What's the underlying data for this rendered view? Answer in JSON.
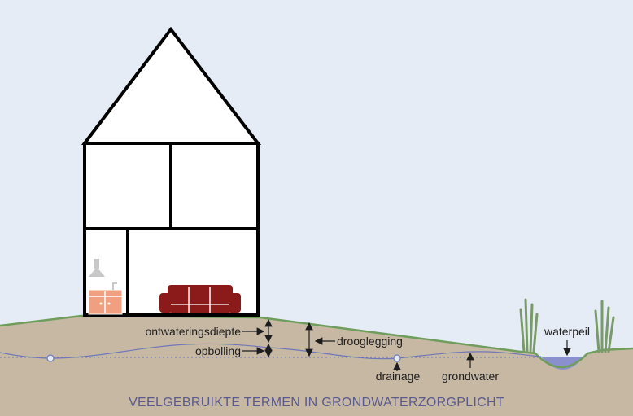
{
  "labels": {
    "ontwateringsdiepte": "ontwateringsdiepte",
    "opbolling": "opbolling",
    "drooglegging": "drooglegging",
    "drainage": "drainage",
    "grondwater": "grondwater",
    "waterpeil": "waterpeil"
  },
  "caption": "VEELGEBRUIKTE TERMEN IN GRONDWATERZORGPLICHT",
  "colors": {
    "sky": "#e6ecf6",
    "soil": "#c7b8a4",
    "grass_line": "#6f9e5c",
    "groundwater_line": "#6e78b8",
    "water": "#8a90cc",
    "house_outline": "#000000",
    "sofa": "#8b1a1a",
    "kitchen": "#f0a080",
    "hood": "#c8c8c8",
    "reed": "#7a9a6a"
  },
  "icons": [
    "kitchen-icon",
    "sofa-icon",
    "reed-icon",
    "drain-pipe-icon"
  ]
}
